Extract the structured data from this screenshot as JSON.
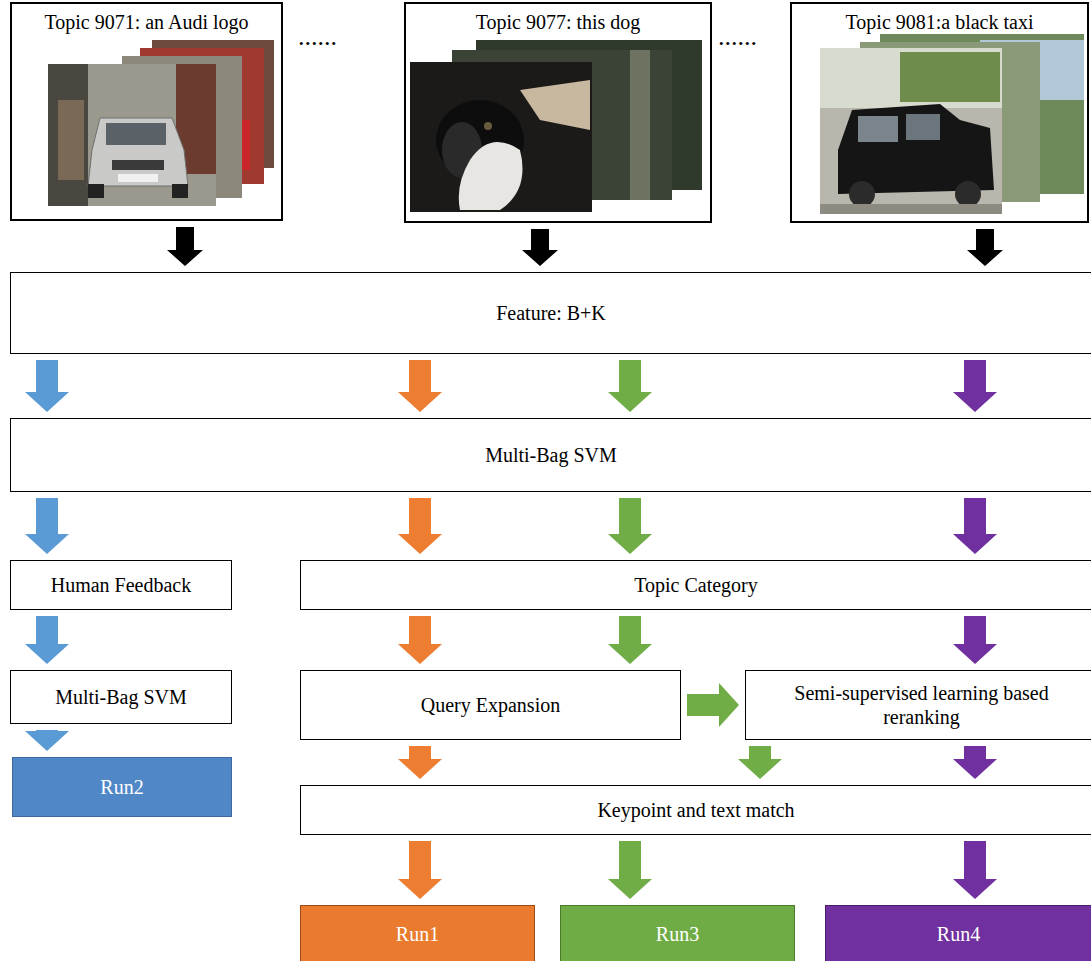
{
  "diagram": {
    "nodes": [
      {
        "text": [
          "Topic 9071: an Audi logo"
        ]
      },
      {
        "text": [
          "Topic 9077: this dog"
        ]
      },
      {
        "text": [
          "Topic 9081:a black taxi"
        ]
      },
      {
        "text": [
          "Feature: B+K"
        ]
      },
      {
        "text": [
          "Multi-Bag SVM"
        ]
      },
      {
        "text": [
          "Human Feedback"
        ]
      },
      {
        "text": [
          "Topic Category"
        ]
      },
      {
        "text": [
          "Multi-Bag SVM"
        ]
      },
      {
        "text": [
          "Query Expansion"
        ]
      },
      {
        "text": [
          "Semi-supervised learning based reranking"
        ]
      },
      {
        "text": [
          "Run2"
        ]
      },
      {
        "text": [
          "Keypoint and text match"
        ]
      },
      {
        "text": [
          "Run1"
        ]
      },
      {
        "text": [
          "Run3"
        ]
      },
      {
        "text": [
          "Run4"
        ]
      }
    ],
    "edges": [
      {
        "from": 0,
        "to": 3,
        "arrow": "to"
      },
      {
        "from": 1,
        "to": 3,
        "arrow": "to"
      },
      {
        "from": 2,
        "to": 3,
        "arrow": "to"
      },
      {
        "from": 3,
        "to": 4,
        "arrow": "to"
      },
      {
        "from": 3,
        "to": 4,
        "arrow": "to"
      },
      {
        "from": 3,
        "to": 4,
        "arrow": "to"
      },
      {
        "from": 3,
        "to": 4,
        "arrow": "to"
      },
      {
        "from": 4,
        "to": 5,
        "arrow": "to"
      },
      {
        "from": 4,
        "to": 6,
        "arrow": "to"
      },
      {
        "from": 4,
        "to": 6,
        "arrow": "to"
      },
      {
        "from": 4,
        "to": 6,
        "arrow": "to"
      },
      {
        "from": 5,
        "to": 7,
        "arrow": "to"
      },
      {
        "from": 6,
        "to": 8,
        "arrow": "to"
      },
      {
        "from": 6,
        "to": 8,
        "arrow": "to"
      },
      {
        "from": 6,
        "to": 9,
        "arrow": "to"
      },
      {
        "from": 8,
        "to": 9,
        "arrow": "to"
      },
      {
        "from": 7,
        "to": 10,
        "arrow": "to"
      },
      {
        "from": 8,
        "to": 11,
        "arrow": "to"
      },
      {
        "from": 9,
        "to": 11,
        "arrow": "to"
      },
      {
        "from": 9,
        "to": 11,
        "arrow": "to"
      },
      {
        "from": 11,
        "to": 12,
        "arrow": "to"
      },
      {
        "from": 11,
        "to": 13,
        "arrow": "to"
      },
      {
        "from": 11,
        "to": 14,
        "arrow": "to"
      }
    ],
    "labels": [
      "......",
      "......"
    ]
  }
}
